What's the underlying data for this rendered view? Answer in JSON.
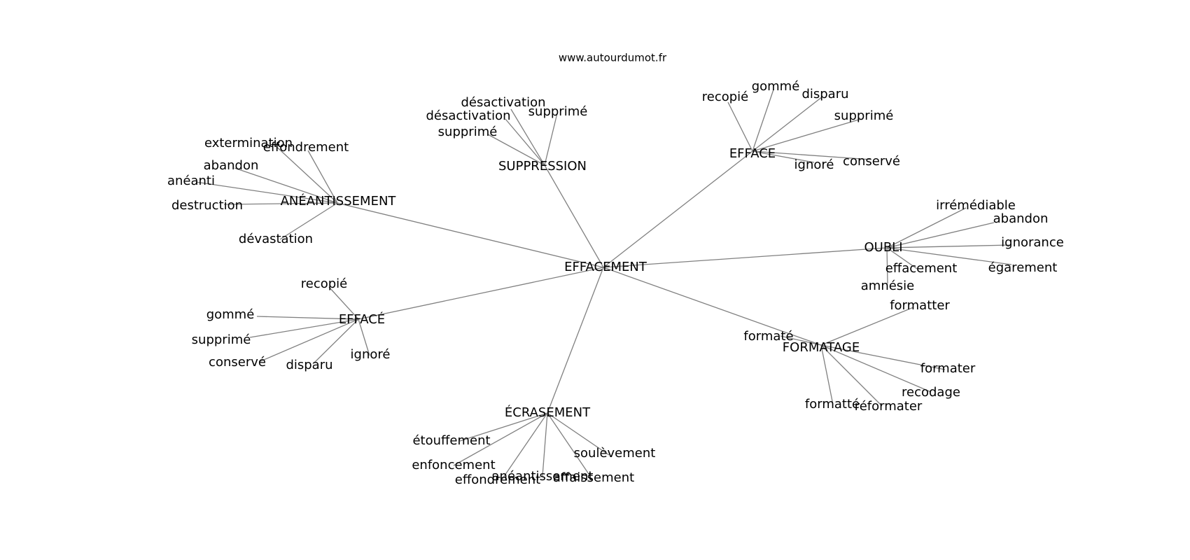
{
  "source": "www.autourdumot.fr",
  "root": "EFFACEMENT",
  "clusters": [
    {
      "hub": "ANÉANTISSEMENT",
      "leaves": [
        "extermination",
        "effondrement",
        "abandon",
        "anéanti",
        "destruction",
        "dévastation"
      ]
    },
    {
      "hub": "SUPPRESSION",
      "leaves": [
        "désactivation",
        "désactivation",
        "supprimé",
        "supprimé"
      ]
    },
    {
      "hub": "EFFACE",
      "leaves": [
        "recopié",
        "gommé",
        "disparu",
        "supprimé",
        "ignoré",
        "conservé"
      ]
    },
    {
      "hub": "OUBLI",
      "leaves": [
        "irrémédiable",
        "abandon",
        "ignorance",
        "égarement",
        "effacement",
        "amnésie"
      ]
    },
    {
      "hub": "FORMATAGE",
      "leaves": [
        "formaté",
        "formatter",
        "formater",
        "recodage",
        "réformater",
        "formatté"
      ]
    },
    {
      "hub": "ÉCRASEMENT",
      "leaves": [
        "étouffement",
        "enfoncement",
        "effondrement",
        "anéantissement",
        "affaissement",
        "soulèvement"
      ]
    },
    {
      "hub": "EFFACÉ",
      "leaves": [
        "recopié",
        "gommé",
        "supprimé",
        "conservé",
        "disparu",
        "ignoré"
      ]
    }
  ],
  "colors": {
    "edge": "#808080",
    "text": "#000000",
    "background": "#ffffff"
  }
}
